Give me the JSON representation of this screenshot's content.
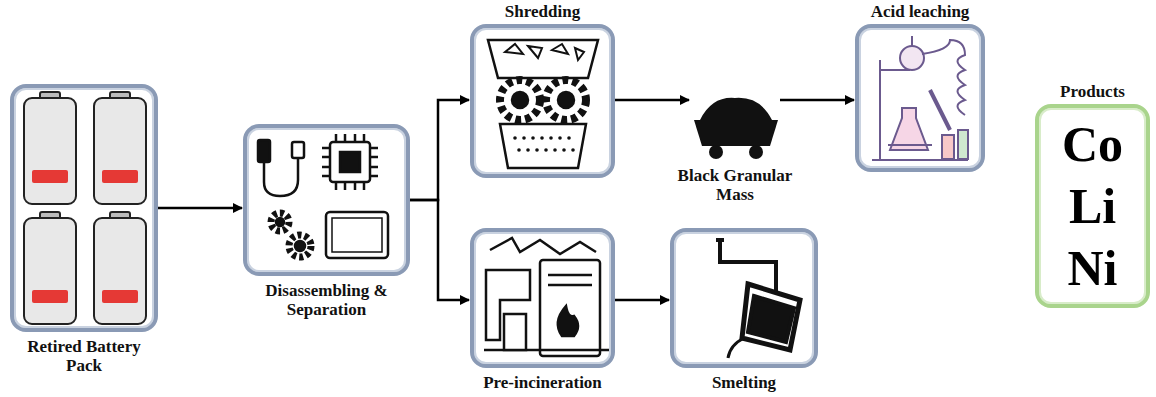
{
  "diagram": {
    "nodes": [
      {
        "text": [
          "Retired Battery Pack"
        ]
      },
      {
        "text": [
          "Disassembling & Separation"
        ]
      },
      {
        "text": [
          "Shredding"
        ]
      },
      {
        "text": [
          "Black Granular Mass"
        ]
      },
      {
        "text": [
          "Acid leaching"
        ]
      },
      {
        "text": [
          "Pre-incineration"
        ]
      },
      {
        "text": [
          "Smelting"
        ]
      },
      {
        "text": [
          "Products",
          "Co",
          "Li",
          "Ni"
        ]
      }
    ],
    "edges": [
      {
        "from": 0,
        "to": 1,
        "arrow": "to"
      },
      {
        "from": 1,
        "to": 2,
        "arrow": "to"
      },
      {
        "from": 1,
        "to": 5,
        "arrow": "to"
      },
      {
        "from": 2,
        "to": 3,
        "arrow": "to"
      },
      {
        "from": 3,
        "to": 4,
        "arrow": "to"
      },
      {
        "from": 5,
        "to": 6,
        "arrow": "to"
      }
    ]
  }
}
